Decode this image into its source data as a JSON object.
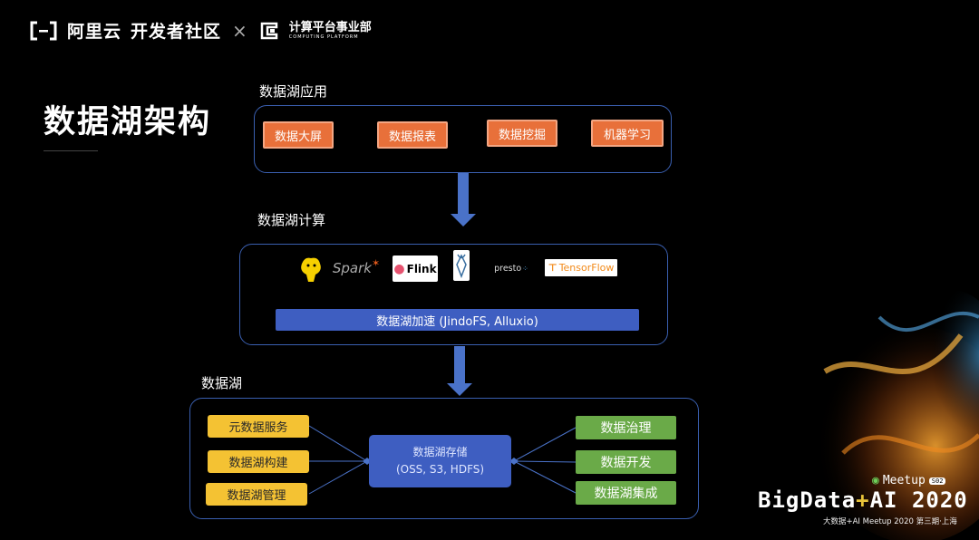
{
  "header": {
    "aliyun_text": "阿里云",
    "community_text": "开发者社区",
    "separator": "×",
    "cp_cn": "计算平台事业部",
    "cp_en": "COMPUTING PLATFORM"
  },
  "title": "数据湖架构",
  "app_layer": {
    "label": "数据湖应用",
    "items": [
      "数据大屏",
      "数据报表",
      "数据挖掘",
      "机器学习"
    ]
  },
  "compute_layer": {
    "label": "数据湖计算",
    "tools": [
      "Spark",
      "Flink",
      "presto",
      "TensorFlow"
    ],
    "accel": "数据湖加速 (JindoFS, Alluxio)"
  },
  "lake_layer": {
    "label": "数据湖",
    "left_items": [
      "元数据服务",
      "数据湖构建",
      "数据湖管理"
    ],
    "storage_title": "数据湖存储",
    "storage_sub": "(OSS, S3, HDFS)",
    "right_items": [
      "数据治理",
      "数据开发",
      "数据湖集成"
    ]
  },
  "brand": {
    "meetup": "Meetup",
    "badge": "S02",
    "bigdata": "BigData",
    "plus": "+",
    "ai": "AI 2020",
    "subtitle": "大数据+AI Meetup 2020 第三期·上海"
  },
  "colors": {
    "orange": "#e8703a",
    "yellow": "#f4c233",
    "green": "#6aaa48",
    "blue": "#3e5ec1"
  }
}
